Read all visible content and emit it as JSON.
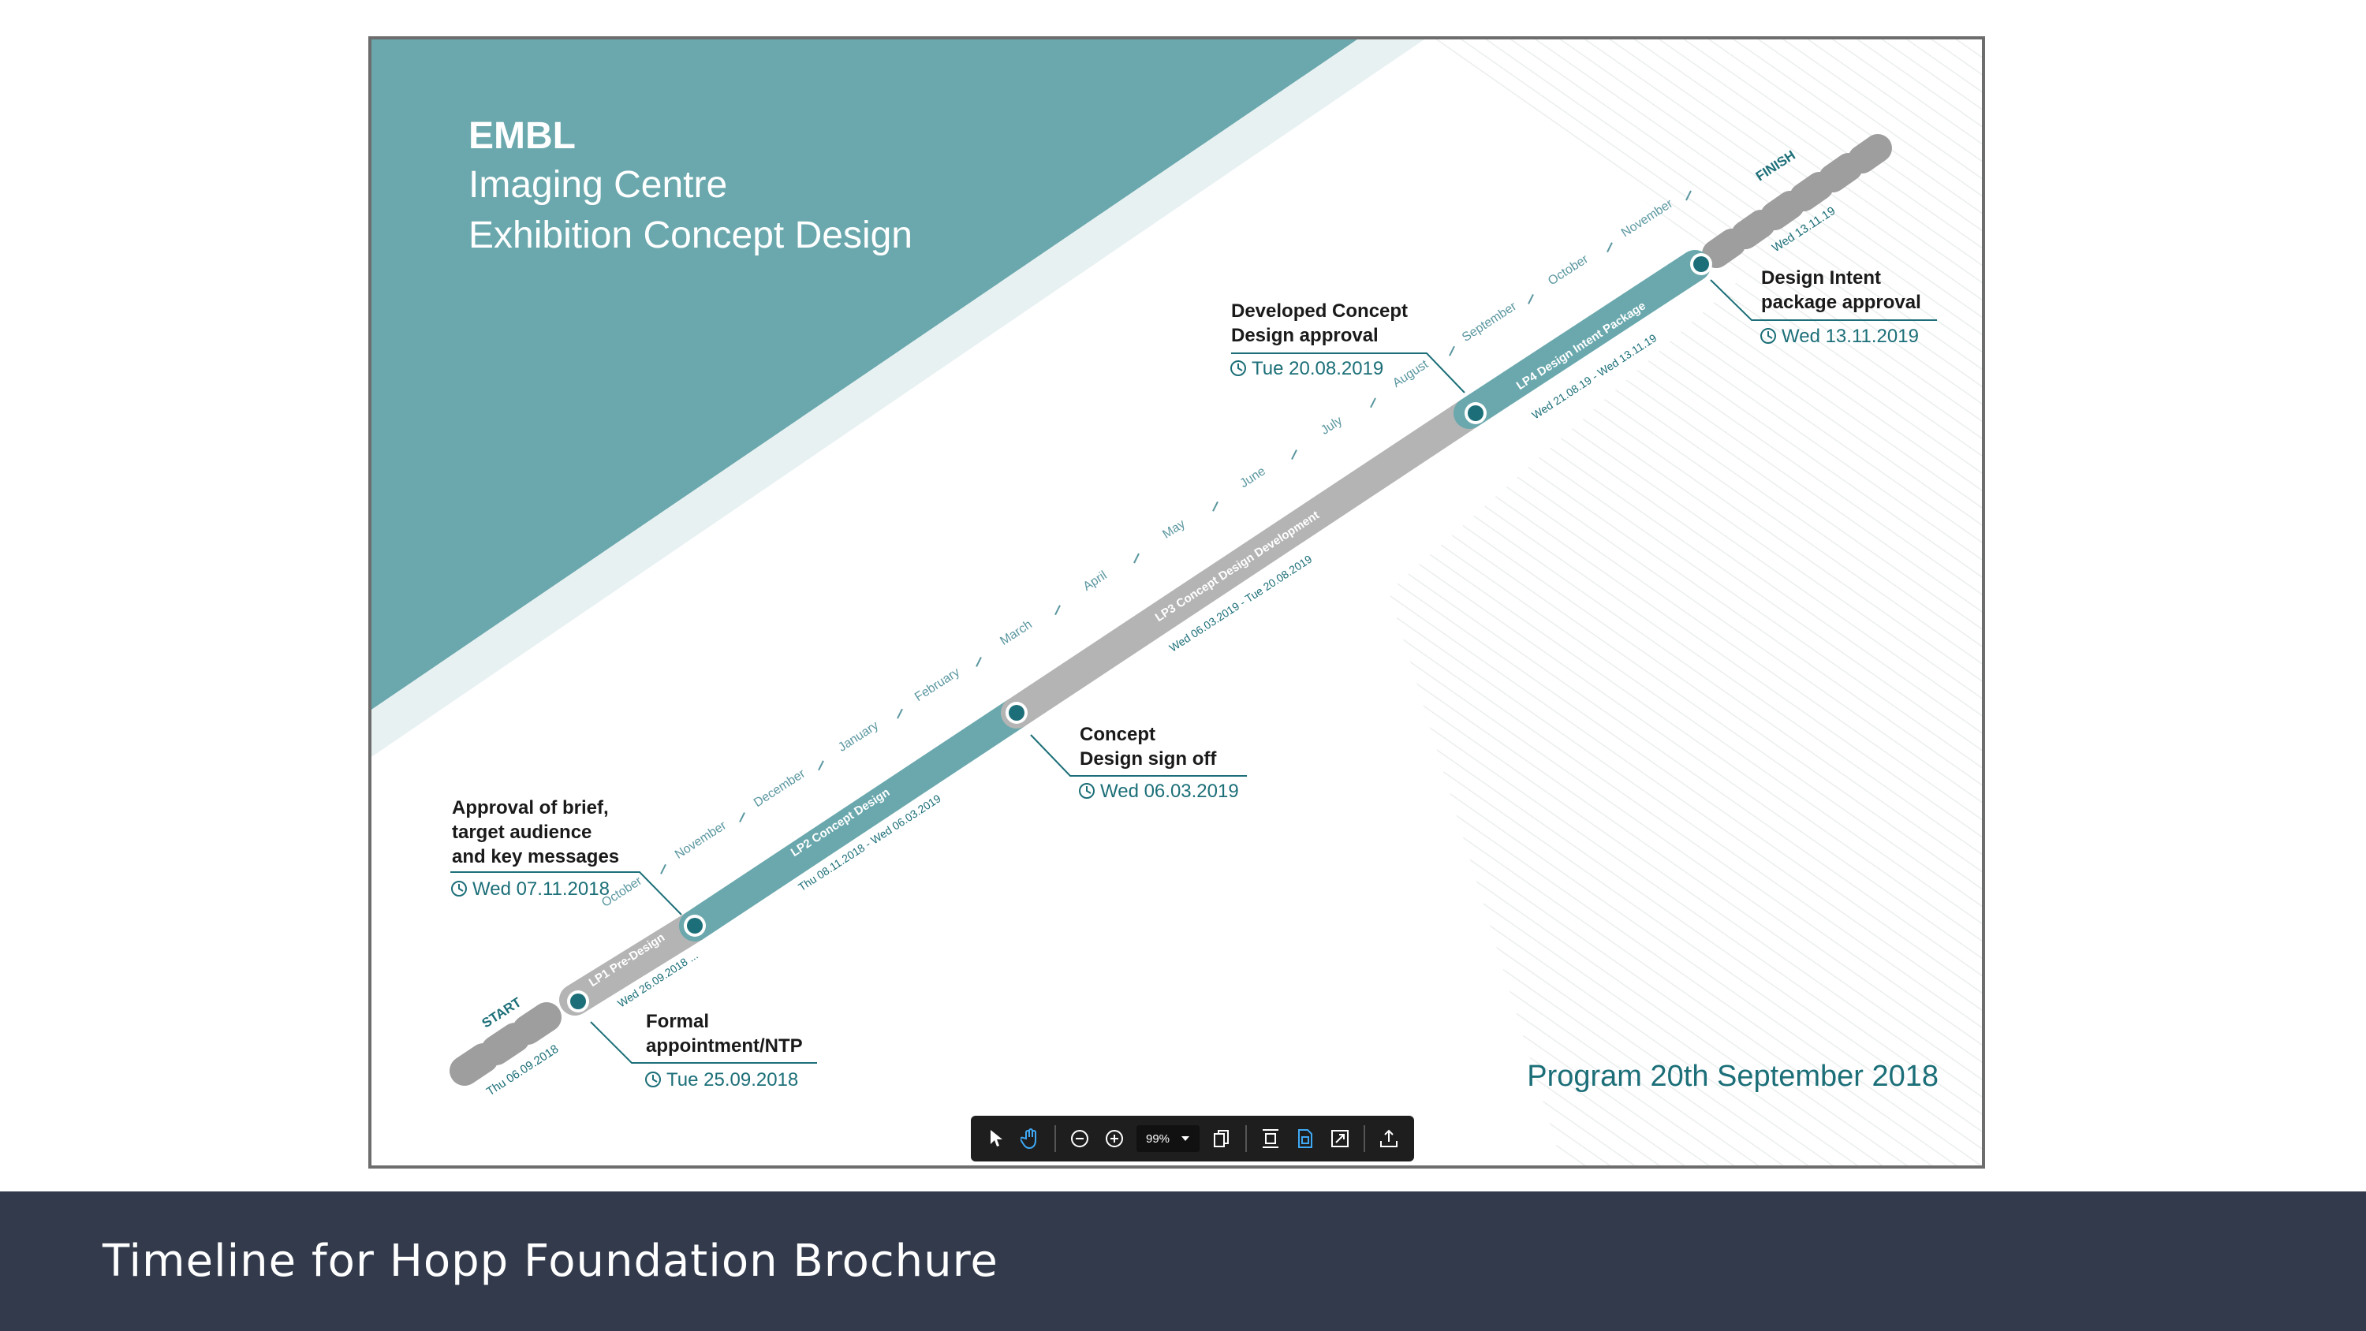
{
  "document": {
    "title_org": "EMBL",
    "title_line1": "Imaging Centre",
    "title_line2": "Exhibition Concept Design",
    "program_label": "Program 20th September 2018",
    "start_label": "START",
    "start_date": "Thu 06.09.2018",
    "finish_label": "FINISH",
    "finish_date": "Wed 13.11.19",
    "months": [
      "October",
      "November",
      "December",
      "January",
      "February",
      "March",
      "April",
      "May",
      "June",
      "July",
      "August",
      "September",
      "October",
      "November"
    ],
    "phases": [
      {
        "name": "LP1 Pre-Design",
        "dates": "Wed 26.09.2018 ..."
      },
      {
        "name": "LP2 Concept Design",
        "dates": "Thu 08.11.2018 - Wed 06.03.2019"
      },
      {
        "name": "LP3 Concept Design Development",
        "dates": "Wed 06.03.2019 - Tue 20.08.2019"
      },
      {
        "name": "LP4 Design Intent Package",
        "dates": "Wed 21.08.19 - Wed 13.11.19"
      }
    ],
    "milestones": [
      {
        "lines": [
          "Formal",
          "appointment/NTP"
        ],
        "date": "Tue 25.09.2018"
      },
      {
        "lines": [
          "Approval of brief,",
          "target audience",
          "and key messages"
        ],
        "date": "Wed 07.11.2018"
      },
      {
        "lines": [
          "Concept",
          "Design sign off"
        ],
        "date": "Wed 06.03.2019"
      },
      {
        "lines": [
          "Developed Concept",
          "Design approval"
        ],
        "date": "Tue 20.08.2019"
      },
      {
        "lines": [
          "Design Intent",
          "package approval"
        ],
        "date": "Wed 13.11.2019"
      }
    ]
  },
  "toolbar": {
    "zoom_value": "99%",
    "icons": [
      "pointer-icon",
      "hand-icon",
      "zoom-out-icon",
      "zoom-in-icon",
      "zoom-dropdown-icon",
      "copy-pages-icon",
      "fit-height-icon",
      "fit-page-icon",
      "fullscreen-icon",
      "export-icon"
    ]
  },
  "footer": {
    "title": "Timeline for Hopp Foundation Brochure"
  },
  "colors": {
    "teal": "#6aa8ad",
    "teal_dark": "#1c6f78",
    "gray_bar": "#b4b4b4",
    "footer_bg": "#323a4c"
  }
}
